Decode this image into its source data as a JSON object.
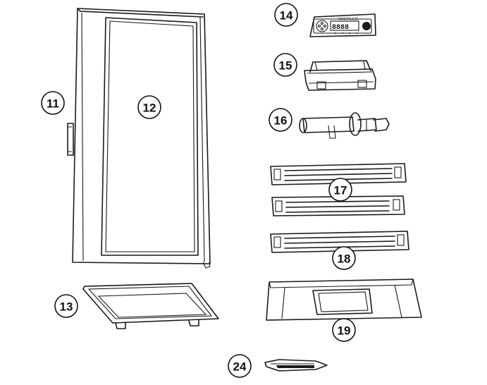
{
  "callouts": {
    "door_frame": "11",
    "glass_panel": "12",
    "drip_tray": "13",
    "control_panel": "14",
    "door_handle": "15",
    "hinge_pin": "16",
    "shelf_rail_upper": "17",
    "shelf_rail_lower": "18",
    "base_cover": "19",
    "foot_pad": "24"
  },
  "control_panel": {
    "brand": "NOSTALGIC",
    "display": "8888"
  },
  "colors": {
    "line": "#1a1a1a",
    "background": "#ffffff"
  }
}
